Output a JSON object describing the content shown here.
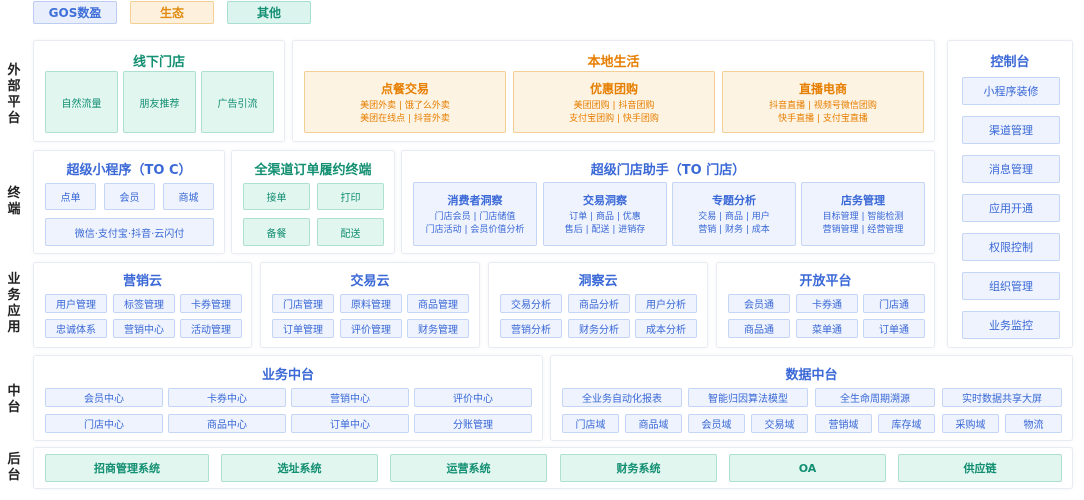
{
  "legend": [
    "GOS数盈",
    "生态",
    "其他"
  ],
  "layers": {
    "external": "外部平台",
    "terminal": "终端",
    "business": "业务应用",
    "middle": "中台",
    "backend": "后台"
  },
  "offline_store": {
    "title": "线下门店",
    "items": [
      "自然流量",
      "朋友推荐",
      "广告引流"
    ]
  },
  "local_life": {
    "title": "本地生活",
    "cards": [
      {
        "title": "点餐交易",
        "line1": "美团外卖 | 饿了么外卖",
        "line2": "美团在线点 | 抖音外卖"
      },
      {
        "title": "优惠团购",
        "line1": "美团团购 | 抖音团购",
        "line2": "支付宝团购 | 快手团购"
      },
      {
        "title": "直播电商",
        "line1": "抖音直播 | 视频号微信团购",
        "line2": "快手直播 | 支付宝直播"
      }
    ]
  },
  "control": {
    "title": "控制台",
    "items": [
      "小程序装修",
      "渠道管理",
      "消息管理",
      "应用开通",
      "权限控制",
      "组织管理",
      "业务监控"
    ]
  },
  "mini_program": {
    "title": "超级小程序（TO C）",
    "items": [
      "点单",
      "会员",
      "商城"
    ],
    "wide": "微信·支付宝·抖音·云闪付"
  },
  "omni_channel": {
    "title": "全渠道订单履约终端",
    "items": [
      "接单",
      "打印",
      "备餐",
      "配送"
    ]
  },
  "store_assistant": {
    "title": "超级门店助手（TO 门店）",
    "cards": [
      {
        "title": "消费者洞察",
        "line1": "门店会员 | 门店储值",
        "line2": "门店活动 | 会员价值分析"
      },
      {
        "title": "交易洞察",
        "line1": "订单 | 商品 | 优惠",
        "line2": "售后 | 配送 | 进销存"
      },
      {
        "title": "专题分析",
        "line1": "交易 | 商品 | 用户",
        "line2": "营销 | 财务 | 成本"
      },
      {
        "title": "店务管理",
        "line1": "目标管理 | 智能检测",
        "line2": "营销管理 | 经营管理"
      }
    ]
  },
  "marketing_cloud": {
    "title": "营销云",
    "items": [
      "用户管理",
      "标签管理",
      "卡券管理",
      "忠诚体系",
      "营销中心",
      "活动管理"
    ]
  },
  "trade_cloud": {
    "title": "交易云",
    "items": [
      "门店管理",
      "原料管理",
      "商品管理",
      "订单管理",
      "评价管理",
      "财务管理"
    ]
  },
  "insight_cloud": {
    "title": "洞察云",
    "items": [
      "交易分析",
      "商品分析",
      "用户分析",
      "营销分析",
      "财务分析",
      "成本分析"
    ]
  },
  "open_platform": {
    "title": "开放平台",
    "items": [
      "会员通",
      "卡券通",
      "门店通",
      "商品通",
      "菜单通",
      "订单通"
    ]
  },
  "business_center": {
    "title": "业务中台",
    "items": [
      "会员中心",
      "卡券中心",
      "营销中心",
      "评价中心",
      "门店中心",
      "商品中心",
      "订单中心",
      "分账管理"
    ]
  },
  "data_center": {
    "title": "数据中台",
    "top": [
      "全业务自动化报表",
      "智能归因算法模型",
      "全生命周期溯源",
      "实时数据共享大屏"
    ],
    "bottom": [
      "门店域",
      "商品域",
      "会员域",
      "交易域",
      "营销域",
      "库存域",
      "采购域",
      "物流"
    ]
  },
  "backend": {
    "items": [
      "招商管理系统",
      "选址系统",
      "运营系统",
      "财务系统",
      "OA",
      "供应链"
    ]
  }
}
